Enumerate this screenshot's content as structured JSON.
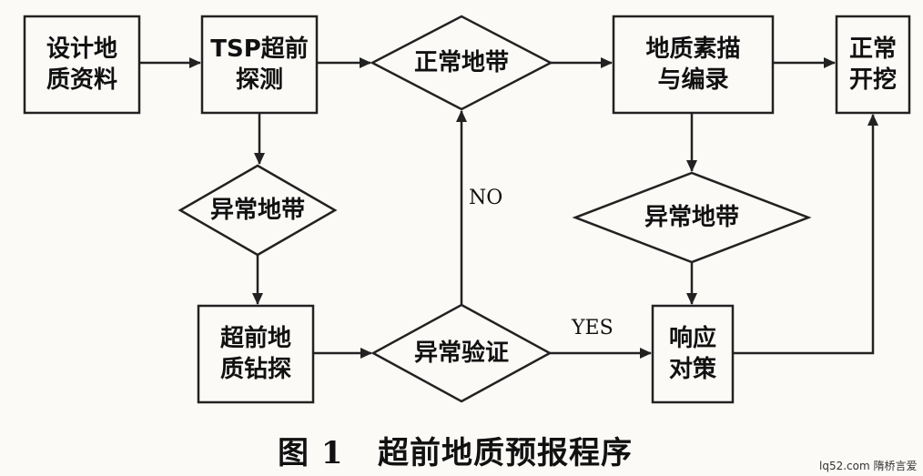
{
  "nodes": {
    "design_geology": "设计地\n质资料",
    "tsp_forecast": "TSP超前\n探测",
    "normal_zone": "正常地带",
    "geo_sketch": "地质素描\n与编录",
    "normal_excavation": "正常\n开挖",
    "abnormal_zone_left": "异常地带",
    "advance_drilling": "超前地\n质钻探",
    "abnormal_verify": "异常验证",
    "abnormal_zone_right": "异常地带",
    "response": "响应\n对策"
  },
  "edges": {
    "no_label": "NO",
    "yes_label": "YES"
  },
  "caption": {
    "number": "图 1",
    "title": "超前地质预报程序"
  },
  "watermark": "lq52.com 隋桥言爱"
}
